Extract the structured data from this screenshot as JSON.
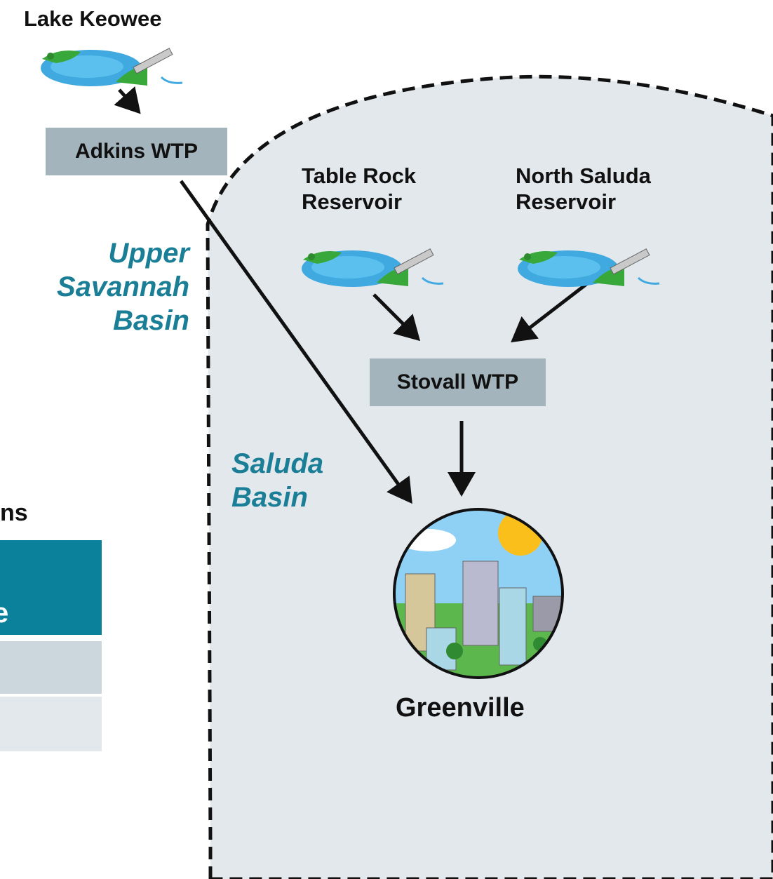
{
  "nodes": {
    "lake_keowee": "Lake Keowee",
    "adkins_wtp": "Adkins WTP",
    "table_rock": [
      "Table Rock",
      "Reservoir"
    ],
    "north_saluda": [
      "North Saluda",
      "Reservoir"
    ],
    "stovall_wtp": "Stovall WTP",
    "greenville": "Greenville"
  },
  "basins": {
    "upper_savannah": [
      "Upper",
      "Savannah",
      "Basin"
    ],
    "saluda": [
      "Saluda",
      "Basin"
    ]
  },
  "legend_fragment": {
    "title_tail": "ns",
    "header_tail": "e"
  },
  "colors": {
    "basin_fill": "#e2e8ec",
    "basin_text": "#1a7f96",
    "box_fill": "#a4b4bd",
    "legend_header": "#0b819c"
  },
  "edges": [
    {
      "from": "lake_keowee",
      "to": "adkins_wtp"
    },
    {
      "from": "table_rock",
      "to": "stovall_wtp"
    },
    {
      "from": "north_saluda",
      "to": "stovall_wtp"
    },
    {
      "from": "stovall_wtp",
      "to": "greenville"
    },
    {
      "from": "adkins_wtp",
      "to": "greenville"
    }
  ]
}
